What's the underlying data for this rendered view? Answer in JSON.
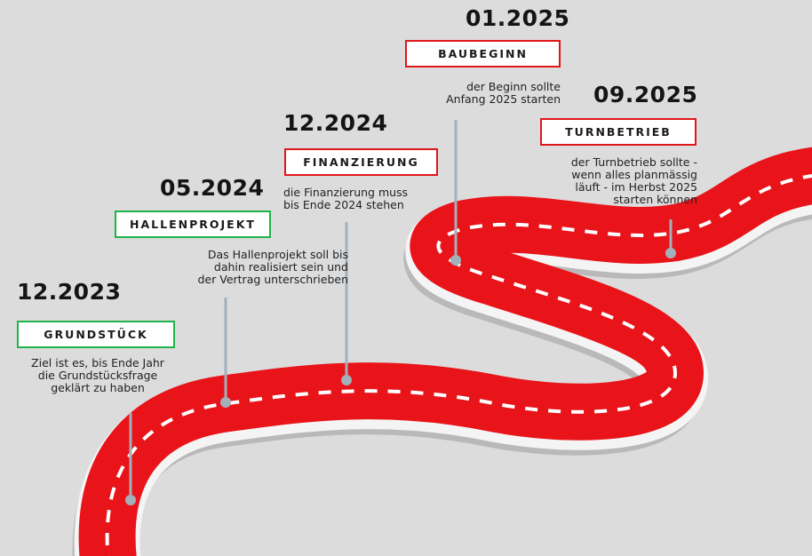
{
  "colors": {
    "background": "#dcdcdc",
    "road": "#e8141a",
    "road_edge": "#f4f4f4",
    "road_shadow": "#b9b9b9",
    "lane_marking": "#ffffff",
    "connector": "#a3b0ba",
    "milestone_red_border": "#e0161b",
    "milestone_green_border": "#1fb34a"
  },
  "milestones": [
    {
      "date": "12.2023",
      "label": "GRUNDSTÜCK",
      "border": "green",
      "description": [
        "Ziel ist es, bis Ende Jahr",
        "die Grundstücksfrage",
        "geklärt zu haben"
      ]
    },
    {
      "date": "05.2024",
      "label": "HALLENPROJEKT",
      "border": "green",
      "description": [
        "Das Hallenprojekt soll bis",
        "dahin realisiert sein und",
        "der Vertrag unterschrieben"
      ]
    },
    {
      "date": "12.2024",
      "label": "FINANZIERUNG",
      "border": "red",
      "description": [
        "die Finanzierung muss",
        "bis Ende 2024 stehen"
      ]
    },
    {
      "date": "01.2025",
      "label": "BAUBEGINN",
      "border": "red",
      "description": [
        "der Beginn sollte",
        "Anfang 2025 starten"
      ]
    },
    {
      "date": "09.2025",
      "label": "TURNBETRIEB",
      "border": "red",
      "description": [
        "der Turnbetrieb sollte  -",
        "wenn alles planmässig",
        "läuft - im Herbst 2025",
        "starten können"
      ]
    }
  ]
}
